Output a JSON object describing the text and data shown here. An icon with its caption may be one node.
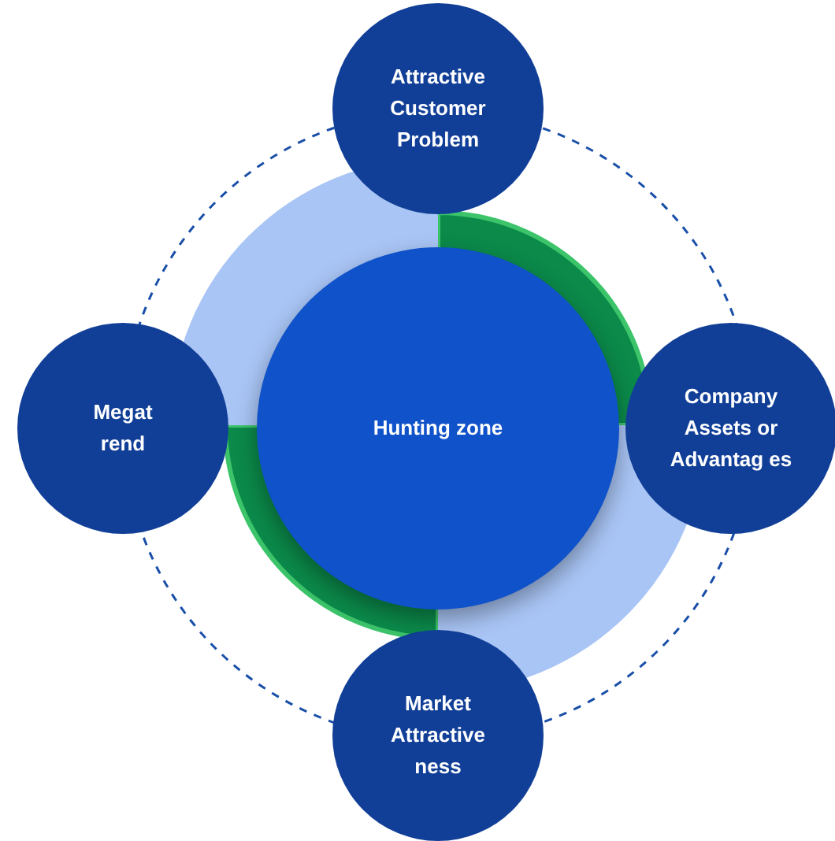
{
  "diagram": {
    "nodes": [
      {
        "text": [
          "Attractive Customer Problem"
        ]
      },
      {
        "text": [
          "Megat rend"
        ]
      },
      {
        "text": [
          "Hunting zone"
        ]
      },
      {
        "text": [
          "Company Assets or Advantag es"
        ]
      },
      {
        "text": [
          "Market Attractive ness"
        ]
      }
    ]
  }
}
